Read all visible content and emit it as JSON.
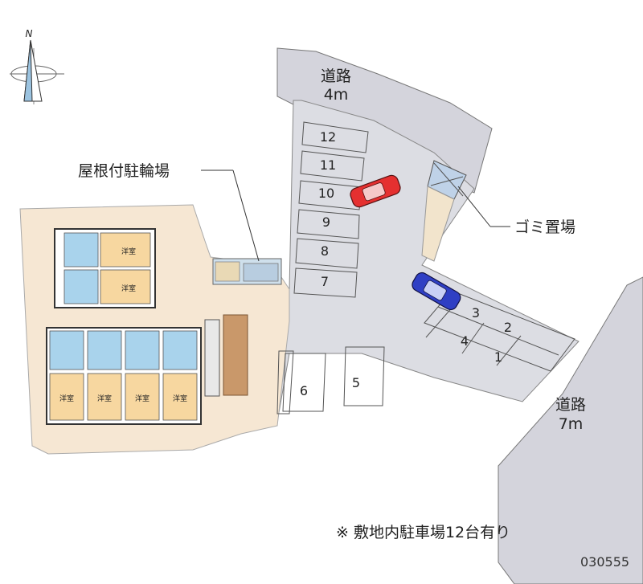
{
  "compass": {
    "north_label": "N"
  },
  "labels": {
    "road_top_name": "道路",
    "road_top_width": "4m",
    "road_bottom_name": "道路",
    "road_bottom_width": "7m",
    "bicycle_parking": "屋根付駐輪場",
    "garbage_area": "ゴミ置場"
  },
  "parking_spaces": [
    "12",
    "11",
    "10",
    "9",
    "8",
    "7",
    "6",
    "5",
    "4",
    "3",
    "2",
    "1"
  ],
  "room_label": "洋室",
  "note": "※ 敷地内駐車場12台有り",
  "image_code": "030555",
  "colors": {
    "site": "#f6e7d3",
    "road": "#d4d4dc",
    "lot": "#dcdde3",
    "room": "#f7d7a0",
    "wet_area": "#a9d3ec",
    "car_red": "#e53030",
    "car_blue": "#2f3fc4"
  }
}
